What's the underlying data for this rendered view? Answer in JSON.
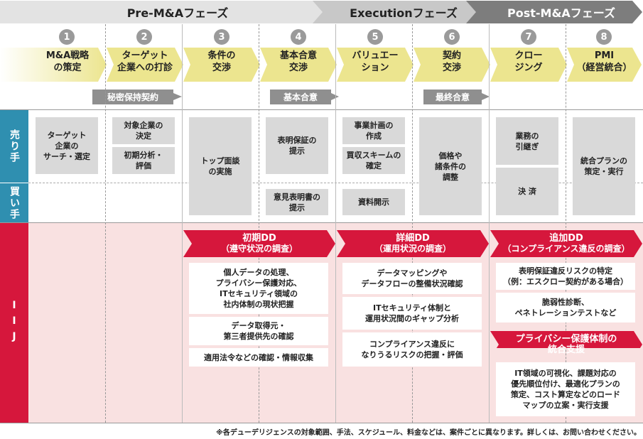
{
  "phases": [
    {
      "label": "Pre-M&Aフェーズ"
    },
    {
      "label": "Executionフェーズ"
    },
    {
      "label": "Post-M&Aフェーズ"
    }
  ],
  "steps": [
    {
      "num": "1",
      "line1": "M&A戦略",
      "line2": "の策定"
    },
    {
      "num": "2",
      "line1": "ターゲット",
      "line2": "企業への打診"
    },
    {
      "num": "3",
      "line1": "条件の",
      "line2": "交渉"
    },
    {
      "num": "4",
      "line1": "基本合意",
      "line2": "交渉"
    },
    {
      "num": "5",
      "line1": "バリュエー",
      "line2": "ション"
    },
    {
      "num": "6",
      "line1": "契約",
      "line2": "交渉"
    },
    {
      "num": "7",
      "line1": "クロー",
      "line2": "ジング"
    },
    {
      "num": "8",
      "line1": "PMI",
      "line2": "（経営統合）"
    }
  ],
  "tags": {
    "nda": "秘密保持契約",
    "basic": "基本合意",
    "final": "最終合意"
  },
  "sides": {
    "seller": "売り手",
    "buyer": "買い手",
    "iij": "IIJ"
  },
  "activities": {
    "target_search": {
      "l1": "ターゲット",
      "l2": "企業の",
      "l3": "サーチ・選定"
    },
    "target_decide": {
      "l1": "対象企業の",
      "l2": "決定"
    },
    "initial_analysis": {
      "l1": "初期分析・",
      "l2": "評価"
    },
    "top_meeting": {
      "l1": "トップ面談",
      "l2": "の実施"
    },
    "rep_warranty": {
      "l1": "表明保証の",
      "l2": "提示"
    },
    "opinion": {
      "l1": "意見表明書の",
      "l2": "提示"
    },
    "business_plan": {
      "l1": "事業計画の",
      "l2": "作成"
    },
    "scheme": {
      "l1": "買収スキームの",
      "l2": "確定"
    },
    "disclosure": {
      "l1": "資料開示"
    },
    "price": {
      "l1": "価格や",
      "l2": "諸条件の",
      "l3": "調整"
    },
    "handover": {
      "l1": "業務の",
      "l2": "引継ぎ"
    },
    "settlement": {
      "l1": "決 済"
    },
    "integration": {
      "l1": "統合プランの",
      "l2": "策定・実行"
    }
  },
  "iij": {
    "initial_dd": {
      "title": "初期DD",
      "sub": "（遵守状況の調査）",
      "items": [
        {
          "l1": "個人データの処理、",
          "l2": "プライバシー保護対応、",
          "l3": "ITセキュリティ領域の",
          "l4": "社内体制の現状把握"
        },
        {
          "l1": "データ取得元・",
          "l2": "第三者提供先の確認"
        },
        {
          "l1": "適用法令などの確認・情報収集"
        }
      ]
    },
    "detail_dd": {
      "title": "詳細DD",
      "sub": "（運用状況の調査）",
      "items": [
        {
          "l1": "データマッピングや",
          "l2": "データフローの整備状況確認"
        },
        {
          "l1": "ITセキュリティ体制と",
          "l2": "運用状況間のギャップ分析"
        },
        {
          "l1": "コンプライアンス違反に",
          "l2": "なりうるリスクの把握・評価"
        }
      ]
    },
    "additional_dd": {
      "title": "追加DD",
      "sub": "（コンプライアンス違反の調査）",
      "items": [
        {
          "l1": "表明保証違反リスクの特定",
          "l2": "（例：エスクロー契約がある場合）"
        },
        {
          "l1": "脆弱性診断、",
          "l2": "ペネトレーションテストなど"
        }
      ]
    },
    "privacy": {
      "title1": "プライバシー保護体制の",
      "title2": "統合支援",
      "item": {
        "l1": "IT領域の可視化、課題対応の",
        "l2": "優先順位付け、最適化プランの",
        "l3": "策定、コスト算定などのロード",
        "l4": "マップの立案・実行支援"
      }
    }
  },
  "footnote": "※各デューデリジェンスの対象範囲、手法、スケジュール、料金などは、案件ごとに異なります。詳しくは、お問い合わせください。",
  "colors": {
    "seller": "#2f8fb0",
    "buyer": "#2f8fb0",
    "iij": "#d6173c",
    "pink_bg": "#f9e1e1",
    "phase_light": "#e3e3e3",
    "phase_mid": "#c8c8c8",
    "phase_dark": "#7d7d7d"
  }
}
